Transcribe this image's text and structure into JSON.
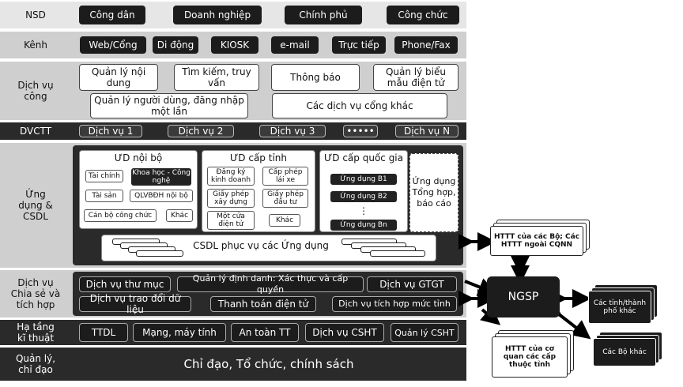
{
  "rows": {
    "nsd": "NSD",
    "kenh": "Kênh",
    "dich_vu_cong": "Dịch vụ công",
    "dvctt": "DVCTT",
    "ung_dung": "Ứng dụng & CSDL",
    "dv_chia_se": "Dịch vụ Chia sẻ và tích hợp",
    "ha_tang": "Hạ tầng kĩ thuật",
    "quan_ly": "Quản lý, chỉ đạo"
  },
  "users": [
    "Công dân",
    "Doanh nghiệp",
    "Chính phủ",
    "Công chức"
  ],
  "channels": [
    "Web/Cổng",
    "Di động",
    "KIOSK",
    "e-mail",
    "Trực tiếp",
    "Phone/Fax"
  ],
  "public_services": {
    "row1": [
      "Quản lý nội dung",
      "Tìm kiếm, truy vấn",
      "Thông báo",
      "Quản lý biểu mẫu điện tử"
    ],
    "row2": [
      "Quản lý người dùng, đăng nhập một lần",
      "Các dịch vụ cổng khác"
    ]
  },
  "dvctt_items": [
    "Dịch vụ 1",
    "Dịch vụ 2",
    "Dịch vụ 3",
    "•••••",
    "Dịch vụ N"
  ],
  "apps": {
    "noi_bo": {
      "title": "ƯD nội bộ",
      "items": [
        "Tài chính",
        "Khoa học - Công nghệ",
        "Tài sản",
        "QLVBĐH nội bộ",
        "Cán bộ công chức",
        "Khác"
      ]
    },
    "cap_tinh": {
      "title": "ƯD cấp tỉnh",
      "items": [
        "Đăng ký kinh doanh",
        "Cấp phép lái xe",
        "Giấy phép xây dựng",
        "Giấy phép đầu tư",
        "Một cửa điện tử",
        "Khác"
      ]
    },
    "quoc_gia": {
      "title": "ƯD cấp quốc gia",
      "items": [
        "Ứng dụng B1",
        "Ứng dụng B2",
        "⋮",
        "Ứng dụng Bn"
      ]
    },
    "tong_hop": "Ứng dụng Tổng hợp, báo cáo",
    "csdl": "CSDL phục vụ các Ứng dụng"
  },
  "shared_services": {
    "row1": [
      "Dịch vụ thư mục",
      "Quản lý định danh: Xác thực và cấp quyền",
      "Dịch vụ GTGT"
    ],
    "row2": [
      "Dịch vụ trao đổi dữ liệu",
      "Thanh toán điện tử",
      "Dịch vụ tích hợp mức tỉnh"
    ]
  },
  "infra": [
    "TTDL",
    "Mạng, máy tính",
    "An toàn TT",
    "Dịch vụ CSHT",
    "Quản lý CSHT"
  ],
  "management": "Chỉ đạo, Tổ chức, chính sách",
  "external": {
    "httt_bo": "HTTT của các Bộ; Các HTTT ngoài CQNN",
    "ngsp": "NGSP",
    "httt_co_quan": "HTTT của cơ quan các cấp thuộc tỉnh",
    "tinh_khac": "Các tỉnh/thành phố khác",
    "bo_khac": "Các Bộ khác"
  },
  "colors": {
    "dark": "#1c1c1c",
    "band_gray": "#cfcfcf",
    "white": "#ffffff"
  }
}
